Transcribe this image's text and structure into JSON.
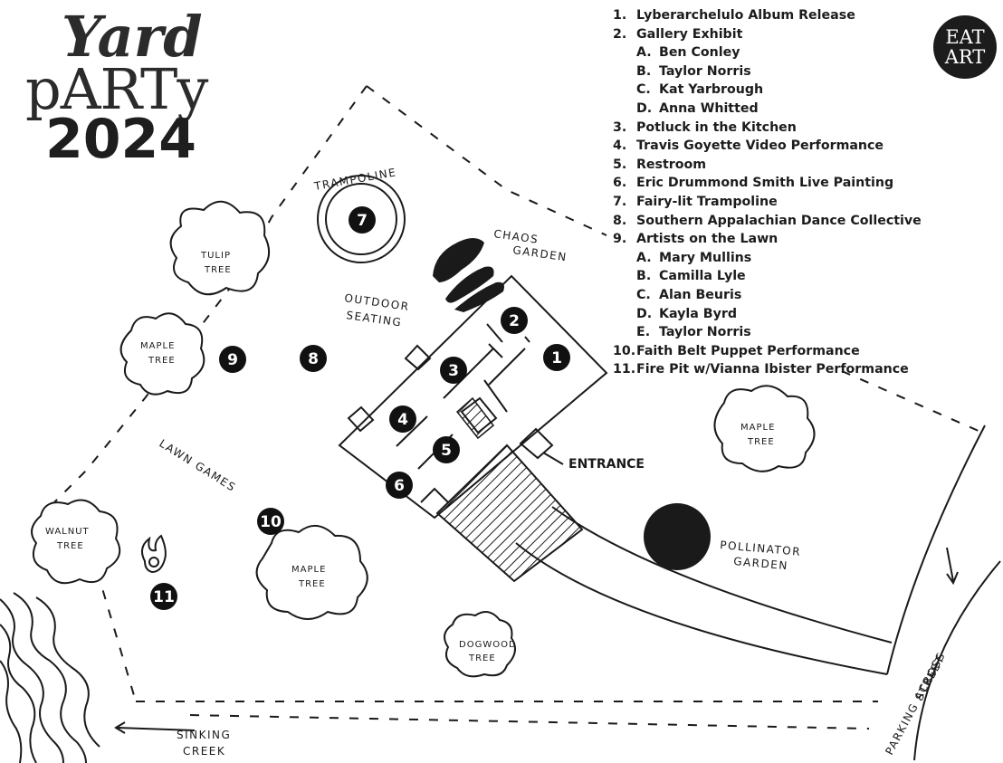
{
  "title": {
    "line1": "Yard",
    "line2": "pARTy",
    "line3": "2024"
  },
  "logo": {
    "line1": "EAT",
    "line2": "ART"
  },
  "legend": [
    {
      "num": "1.",
      "text": "Lyberarchelulo Album Release",
      "sub": false
    },
    {
      "num": "2.",
      "text": "Gallery Exhibit",
      "sub": false
    },
    {
      "num": "A.",
      "text": "Ben Conley",
      "sub": true
    },
    {
      "num": "B.",
      "text": "Taylor Norris",
      "sub": true
    },
    {
      "num": "C.",
      "text": "Kat Yarbrough",
      "sub": true
    },
    {
      "num": "D.",
      "text": "Anna Whitted",
      "sub": true
    },
    {
      "num": "3.",
      "text": "Potluck in the Kitchen",
      "sub": false
    },
    {
      "num": "4.",
      "text": "Travis Goyette Video Performance",
      "sub": false
    },
    {
      "num": "5.",
      "text": "Restroom",
      "sub": false
    },
    {
      "num": "6.",
      "text": "Eric Drummond Smith Live Painting",
      "sub": false
    },
    {
      "num": "7.",
      "text": "Fairy-lit Trampoline",
      "sub": false
    },
    {
      "num": "8.",
      "text": "Southern Appalachian Dance Collective",
      "sub": false
    },
    {
      "num": "9.",
      "text": "Artists on the Lawn",
      "sub": false
    },
    {
      "num": "A.",
      "text": "Mary Mullins",
      "sub": true
    },
    {
      "num": "B.",
      "text": "Camilla Lyle",
      "sub": true
    },
    {
      "num": "C.",
      "text": "Alan Beuris",
      "sub": true
    },
    {
      "num": "D.",
      "text": "Kayla Byrd",
      "sub": true
    },
    {
      "num": "E.",
      "text": "Taylor Norris",
      "sub": true
    },
    {
      "num": "10.",
      "text": "Faith Belt Puppet Performance",
      "sub": false
    },
    {
      "num": "11.",
      "text": "Fire Pit w/Vianna Ibister Performance",
      "sub": false
    }
  ],
  "markers": [
    "1",
    "2",
    "3",
    "4",
    "5",
    "6",
    "7",
    "8",
    "9",
    "10",
    "11"
  ],
  "labels": {
    "trampoline": "TRAMPOLINE",
    "chaos_1": "CHAOS",
    "chaos_2": "GARDEN",
    "outdoor_1": "OUTDOOR",
    "outdoor_2": "SEATING",
    "tulip_1": "TULIP",
    "tulip_2": "TREE",
    "maple_1": "MAPLE",
    "maple_2": "TREE",
    "lawn_games": "LAWN GAMES",
    "walnut_1": "WALNUT",
    "walnut_2": "TREE",
    "dogwood_1": "DOGWOOD",
    "dogwood_2": "TREE",
    "pollinator_1": "POLLINATOR",
    "pollinator_2": "GARDEN",
    "creek_1": "SINKING",
    "creek_2": "CREEK",
    "parking_1": "PARKING ACROSS",
    "parking_2": "STREET",
    "entrance": "ENTRANCE"
  }
}
